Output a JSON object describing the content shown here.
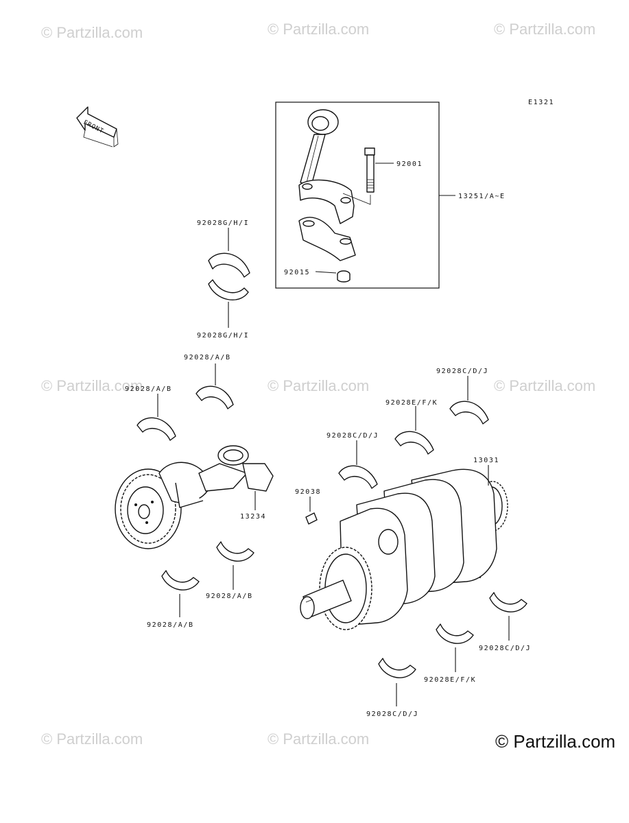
{
  "watermarks": {
    "text": "© Partzilla.com",
    "main": "© Partzilla.com"
  },
  "diagram_code": "E1321",
  "front_label": "FRONT",
  "callouts": {
    "bolt": "92001",
    "conrod_assy": "13251/A~E",
    "nut": "92015",
    "conrod_bearing_upper": "92028G/H/I",
    "conrod_bearing_lower": "92028G/H/I",
    "balancer_bearing_1": "92028/A/B",
    "balancer_bearing_2": "92028/A/B",
    "balancer_bearing_3": "92028/A/B",
    "balancer_bearing_4": "92028/A/B",
    "balancer_shaft": "13234",
    "key": "92038",
    "crank_bearing_top_1": "92028C/D/J",
    "crank_bearing_top_2": "92028E/F/K",
    "crank_bearing_top_3": "92028C/D/J",
    "crankshaft": "13031",
    "crank_bearing_bottom_1": "92028C/D/J",
    "crank_bearing_bottom_2": "92028E/F/K",
    "crank_bearing_bottom_3": "92028C/D/J"
  }
}
